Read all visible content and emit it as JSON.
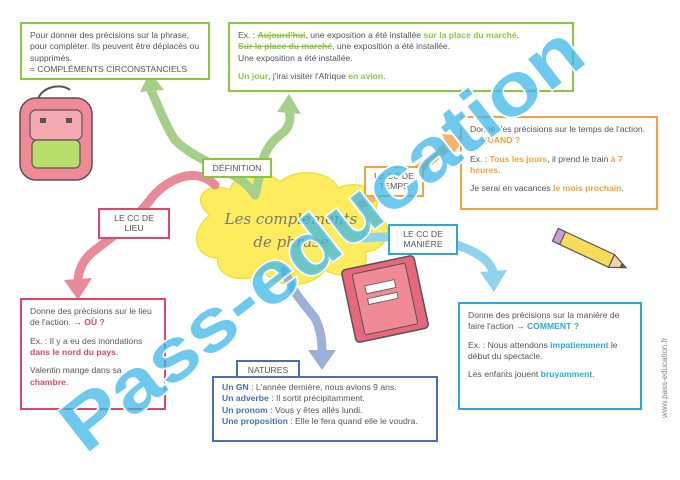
{
  "colors": {
    "green": "#8cc63f",
    "orange": "#f7a23e",
    "red": "#e14666",
    "blue": "#2aa7df",
    "navy": "#4a6fb5",
    "watermark": "#35b6e8"
  },
  "center": {
    "title_line1": "Les compléments",
    "title_line2": "de phrase"
  },
  "definition": {
    "tag": "DÉFINITION",
    "text": "Pour donner des précisions sur la phrase, pour compléter. Ils peuvent être déplacés ou supprimés.",
    "result": "= COMPLÉMENTS CIRCONSTANCIELS"
  },
  "example_top": {
    "l1_prefix": "Ex. : ",
    "l1_strike": "Aujourd'hui",
    "l1_mid": ", une exposition a été installée ",
    "l1_place": "sur la place du marché",
    "l1_end": ".",
    "l2_strike": "Sur la place du marché",
    "l2_end": ", une exposition a été installée.",
    "l3": "Une exposition a été installée.",
    "l4_time": "Un jour",
    "l4_mid": ", j'irai visiter l'Afrique ",
    "l4_manner": "en avion",
    "l4_end": "."
  },
  "temps": {
    "tag_line1": "LE CC DE",
    "tag_line2": "TEMPS",
    "desc": "Donne des précisions sur le temps de l'action. → ",
    "question": "QUAND ?",
    "ex_prefix": "Ex. : ",
    "ex_highlight1": "Tous les jours",
    "ex_mid": ", il prend le train ",
    "ex_highlight2": "à 7 heures",
    "ex_end": ".",
    "ex2_start": "Je serai en vacances ",
    "ex2_highlight": "le mois prochain",
    "ex2_end": "."
  },
  "lieu": {
    "tag_line1": "LE CC DE",
    "tag_line2": "LIEU",
    "desc": "Donne des précisions sur le lieu de l'action. → ",
    "question": "OÙ ?",
    "ex_prefix": "Ex. : Il y a eu des inondations ",
    "ex_highlight": "dans le nord du pays",
    "ex_end": ".",
    "ex2_start": "Valentin mange dans sa ",
    "ex2_highlight": "chambre",
    "ex2_end": "."
  },
  "maniere": {
    "tag_line1": "LE CC DE",
    "tag_line2": "MANIÈRE",
    "desc": "Donne des précisions sur la manière de faire l'action → ",
    "question": "COMMENT ?",
    "ex_prefix": "Ex. : Nous attendons ",
    "ex_highlight": "impatiemment",
    "ex_end": " le début du spectacle.",
    "ex2_start": "Les enfants jouent ",
    "ex2_highlight": "bruyamment",
    "ex2_end": "."
  },
  "natures": {
    "tag": "NATURES",
    "items": [
      {
        "label": "Un GN",
        "text": " : L'année dernière, nous avions 9 ans."
      },
      {
        "label": "Un adverbe",
        "text": " : Il sortit précipitamment."
      },
      {
        "label": "Un pronom",
        "text": " : Vous y êtes allés lundi."
      },
      {
        "label": "Une proposition",
        "text": " : Elle le fera quand elle le voudra."
      }
    ]
  },
  "watermark": {
    "text": "Pass-education"
  },
  "site": {
    "text": "www.pass-education.fr"
  }
}
